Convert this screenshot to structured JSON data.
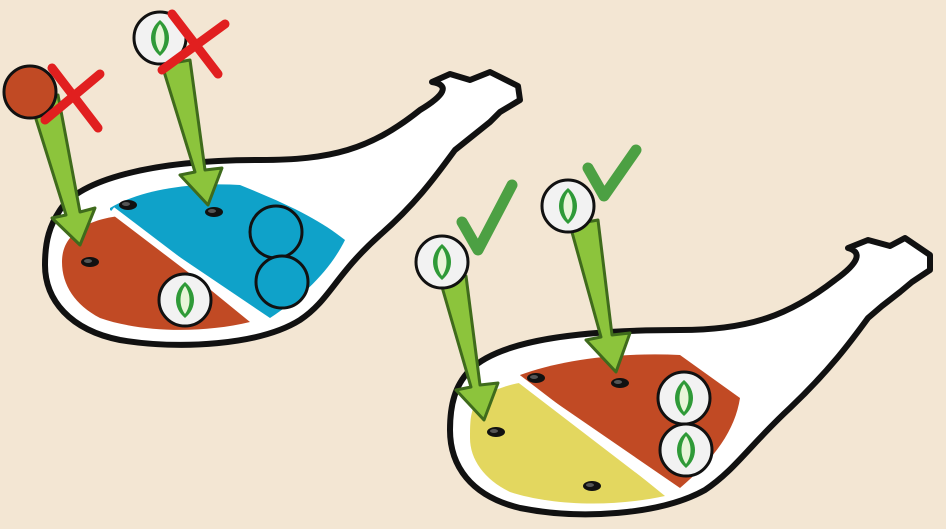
{
  "colors": {
    "background": "#f3e6d3",
    "paddle_white": "#ffffff",
    "outline": "#111111",
    "red_region": "#c14a24",
    "blue_region": "#0fa2c9",
    "yellow_region": "#e3d75f",
    "arrow_green": "#8cc43c",
    "arrow_dark": "#3f6b1c",
    "check_green": "#4ca043",
    "cross_red": "#e11f1f",
    "token_white": "#f2f2f2",
    "leaf_green": "#2f9a38"
  },
  "panels": [
    {
      "id": "invalid",
      "result": "cross",
      "regions": [
        "red",
        "blue"
      ],
      "placed_tokens": [
        "red",
        "leaf"
      ],
      "board_tokens": [
        "blue",
        "blue",
        "leaf"
      ]
    },
    {
      "id": "valid",
      "result": "check",
      "regions": [
        "yellow",
        "red"
      ],
      "placed_tokens": [
        "leaf",
        "leaf"
      ],
      "board_tokens": [
        "leaf",
        "leaf"
      ]
    }
  ]
}
